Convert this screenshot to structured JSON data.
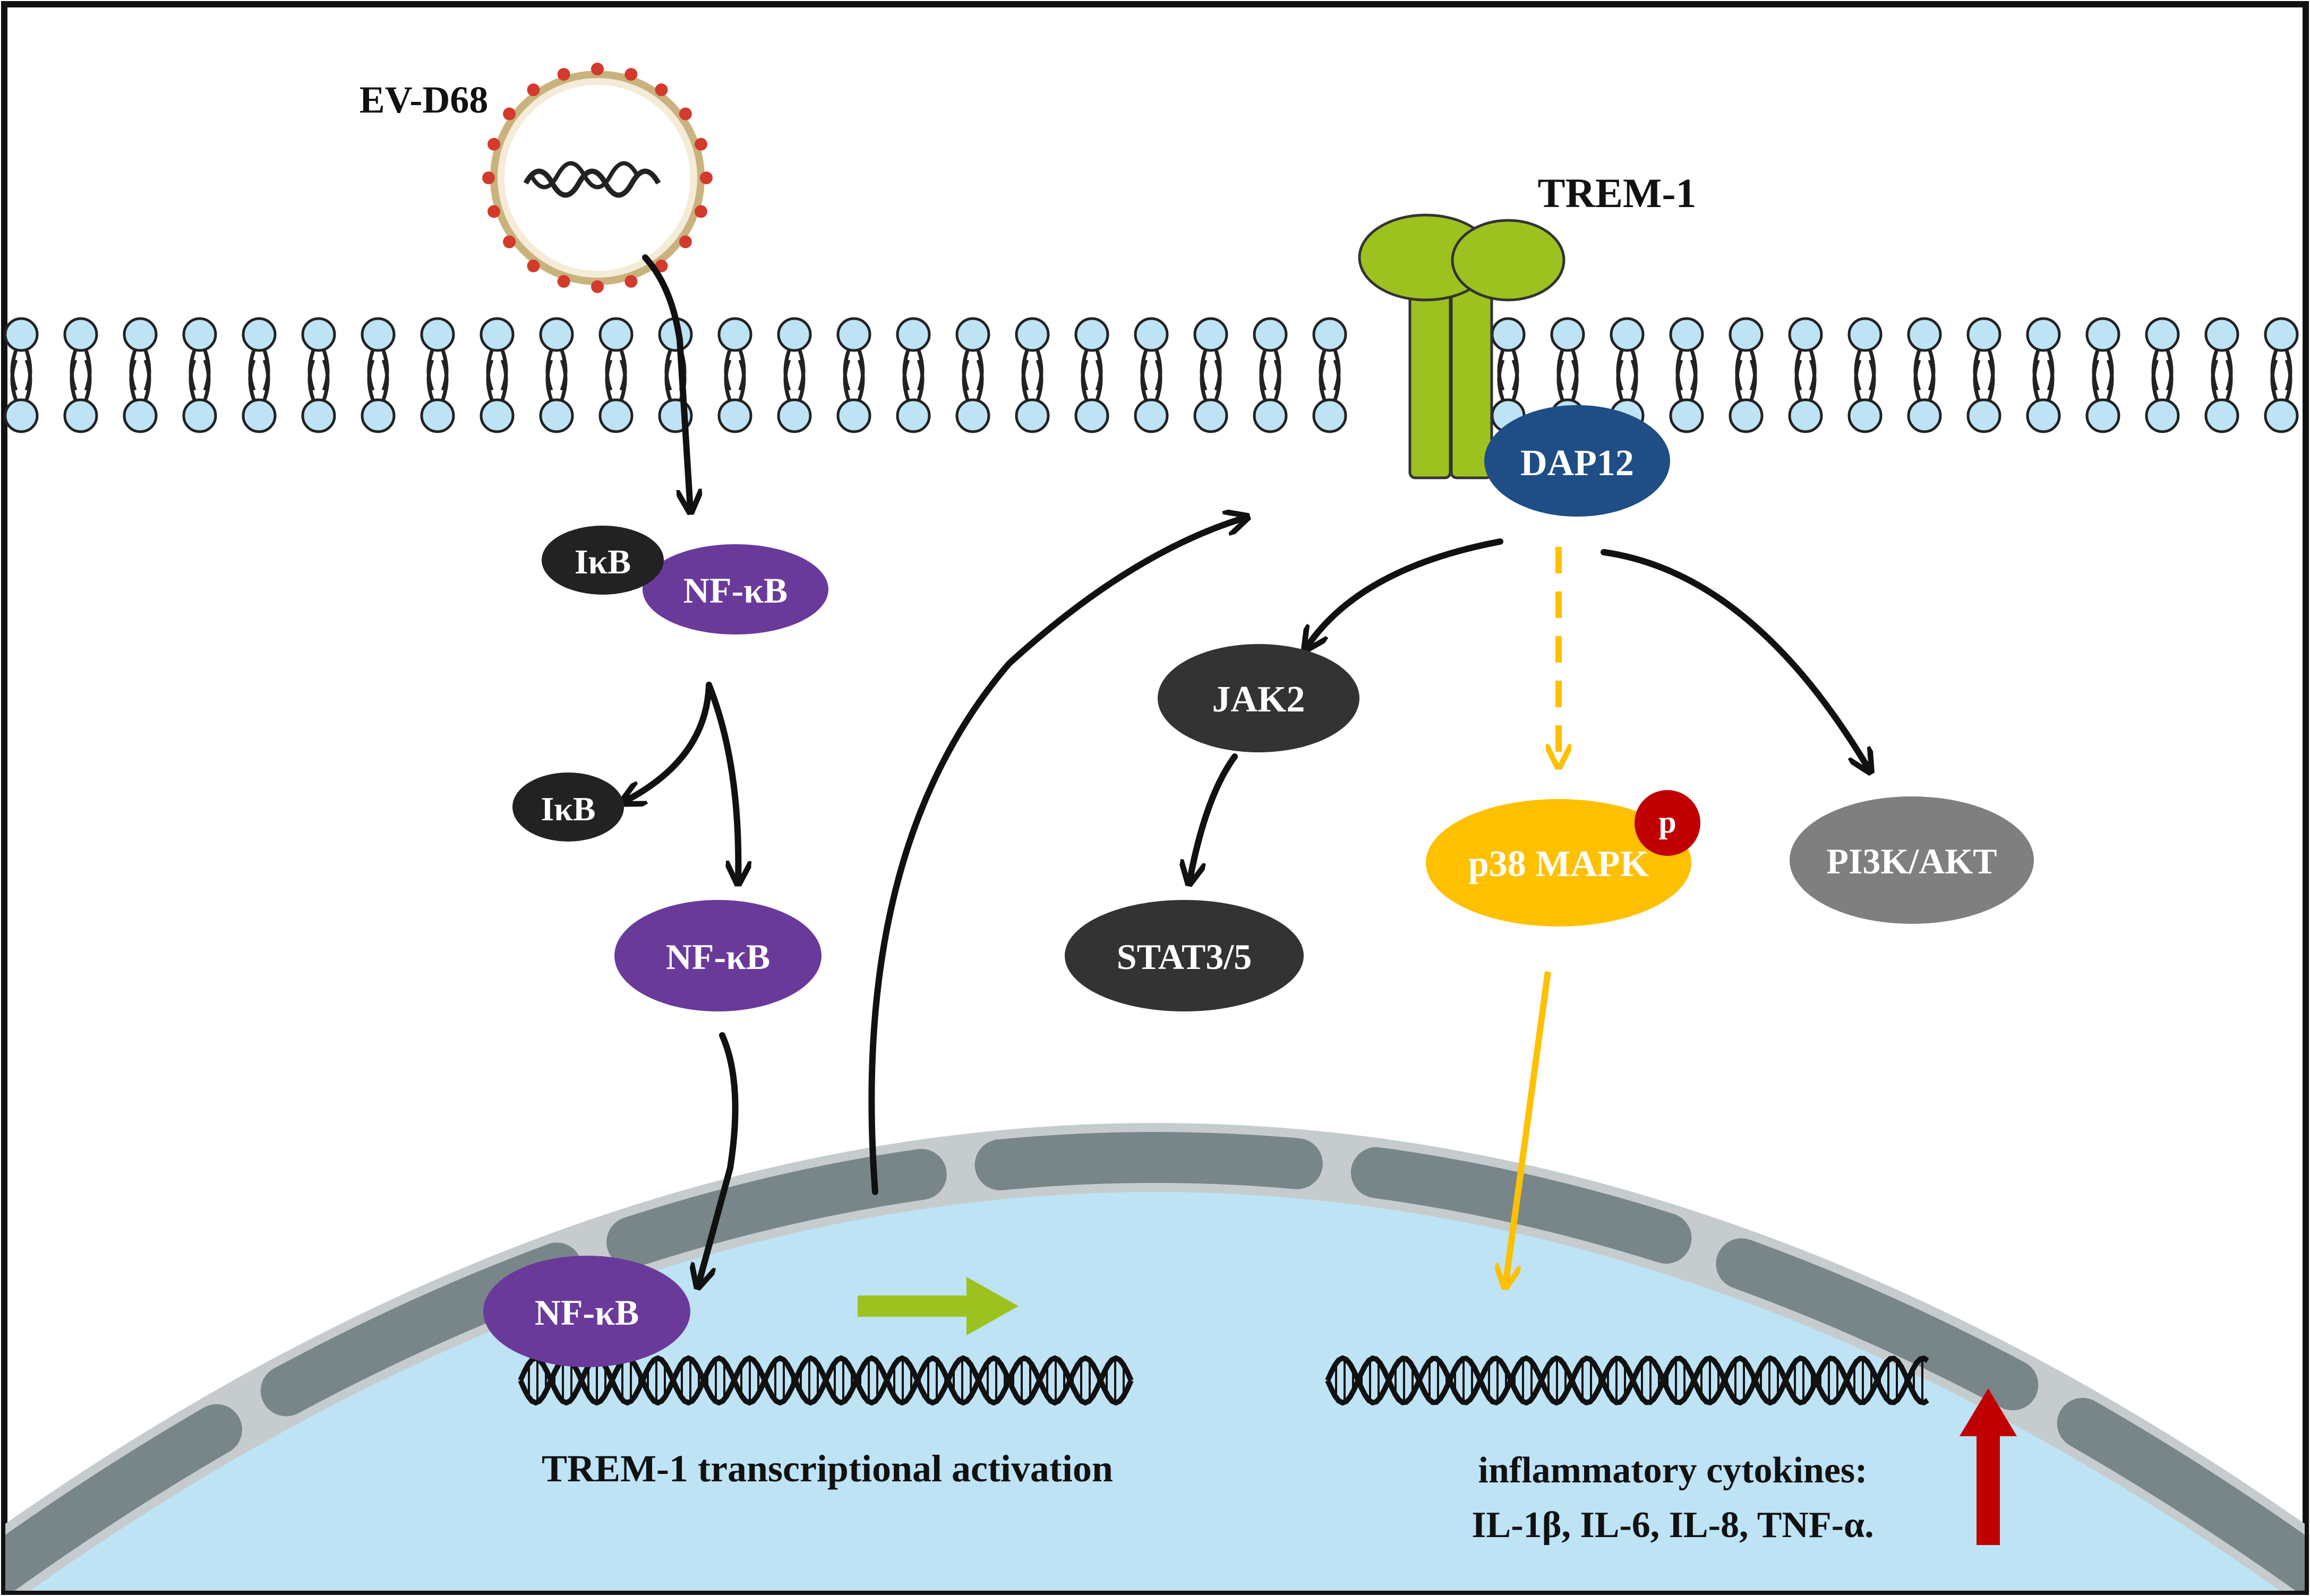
{
  "labels": {
    "virus": "EV-D68",
    "receptor": "TREM-1",
    "adaptor": "DAP12",
    "ikb_complex": "IκB",
    "nfkb_complex": "NF-κB",
    "ikb_free": "IκB",
    "nfkb_free": "NF-κB",
    "nfkb_nucleus": "NF-κB",
    "jak2": "JAK2",
    "stat": "STAT3/5",
    "p38": "p38 MAPK",
    "phospho": "p",
    "pi3k": "PI3K/AKT",
    "transcription": "TREM-1 transcriptional activation",
    "cytokines_line1": "inflammatory cytokines:",
    "cytokines_line2": "IL-1β, IL-6, IL-8, TNF-α."
  },
  "colors": {
    "membrane_head": "#bde3f5",
    "nucleus": "#bde3f5",
    "nuclear_envelope": "#78868a",
    "trem1": "#9dc21f",
    "dap12": "#1f4e86",
    "nfkb": "#6a3a9b",
    "dark_node": "#333333",
    "p38": "#ffc000",
    "phospho": "#c00000",
    "pi3k": "#7f7f7f",
    "upregulation_arrow": "#c00000",
    "transcription_arrow": "#9dc21f"
  }
}
